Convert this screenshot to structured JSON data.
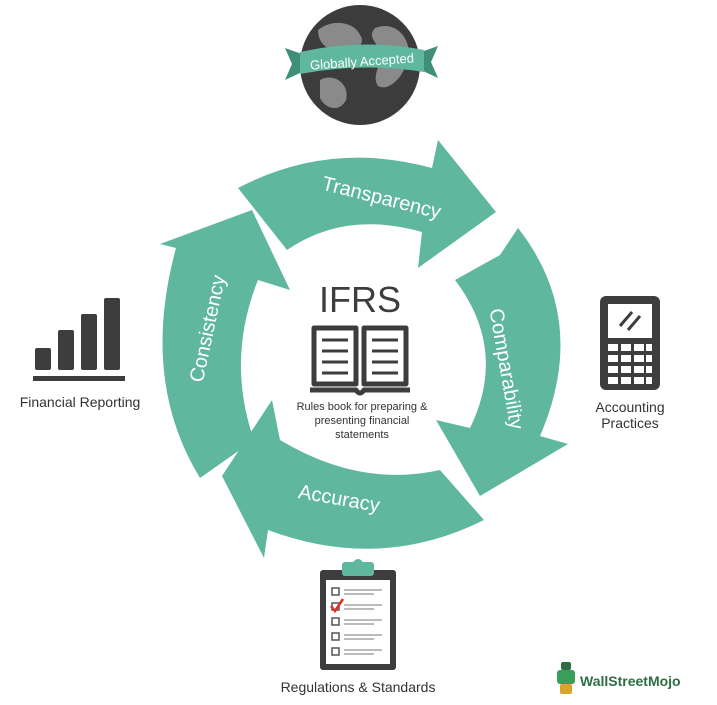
{
  "globe": {
    "banner": "Globally Accepted"
  },
  "center": {
    "title": "IFRS",
    "desc_line1": "Rules book for preparing &",
    "desc_line2": "presenting financial",
    "desc_line3": "statements"
  },
  "cycle": {
    "top": "Transparency",
    "right": "Comparability",
    "bottom": "Accuracy",
    "left": "Consistency"
  },
  "side": {
    "left_label": "Financial Reporting",
    "right_label_line1": "Accounting",
    "right_label_line2": "Practices",
    "bottom_label": "Regulations & Standards"
  },
  "brand": {
    "name": "WallStreetMojo"
  },
  "colors": {
    "teal": "#5fb89e",
    "dark": "#3d3d3d",
    "red": "#d9322b"
  }
}
